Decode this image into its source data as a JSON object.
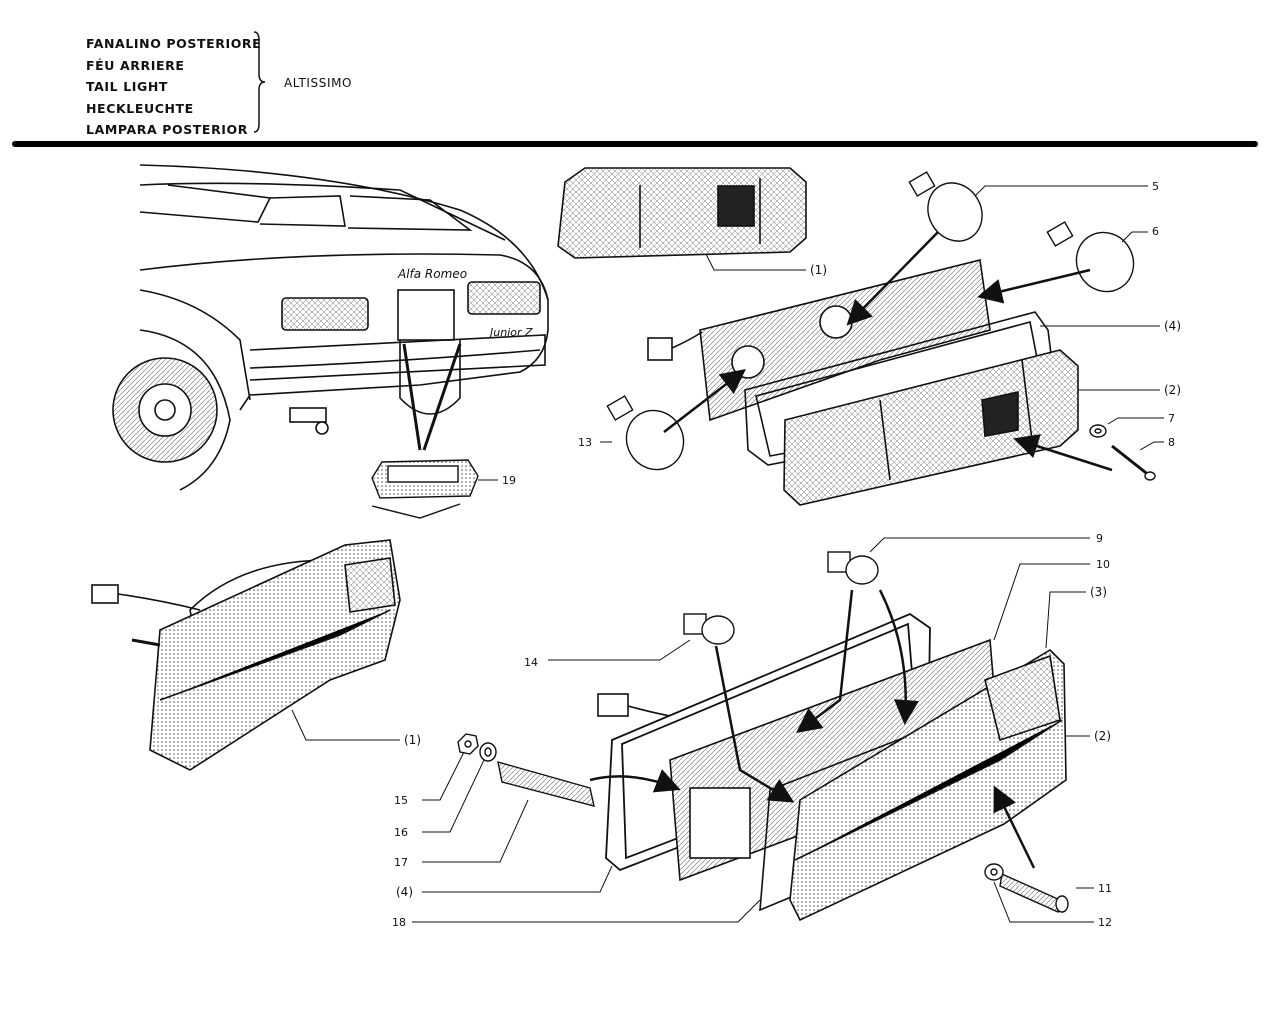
{
  "header": {
    "titles": [
      "FANALINO POSTERIORE",
      "FÉU ARRIERE",
      "TAIL LIGHT",
      "HECKLEUCHTE",
      "LAMPARA POSTERIOR"
    ],
    "model": "ALTISSIMO"
  },
  "car": {
    "badge_brand": "Alfa Romeo",
    "badge_model": "Junior Z"
  },
  "labels": {
    "l1_top": "(1)",
    "l2_top": "(2)",
    "l4_top": "(4)",
    "l5": "5",
    "l6": "6",
    "l7": "7",
    "l8": "8",
    "l13": "13",
    "l19": "19",
    "l1_bottom": "(1)",
    "l9": "9",
    "l10": "10",
    "l3": "(3)",
    "l2_bottom": "(2)",
    "l14": "14",
    "l15": "15",
    "l16": "16",
    "l17": "17",
    "l4_bottom": "(4)",
    "l18": "18",
    "l11": "11",
    "l12": "12"
  }
}
